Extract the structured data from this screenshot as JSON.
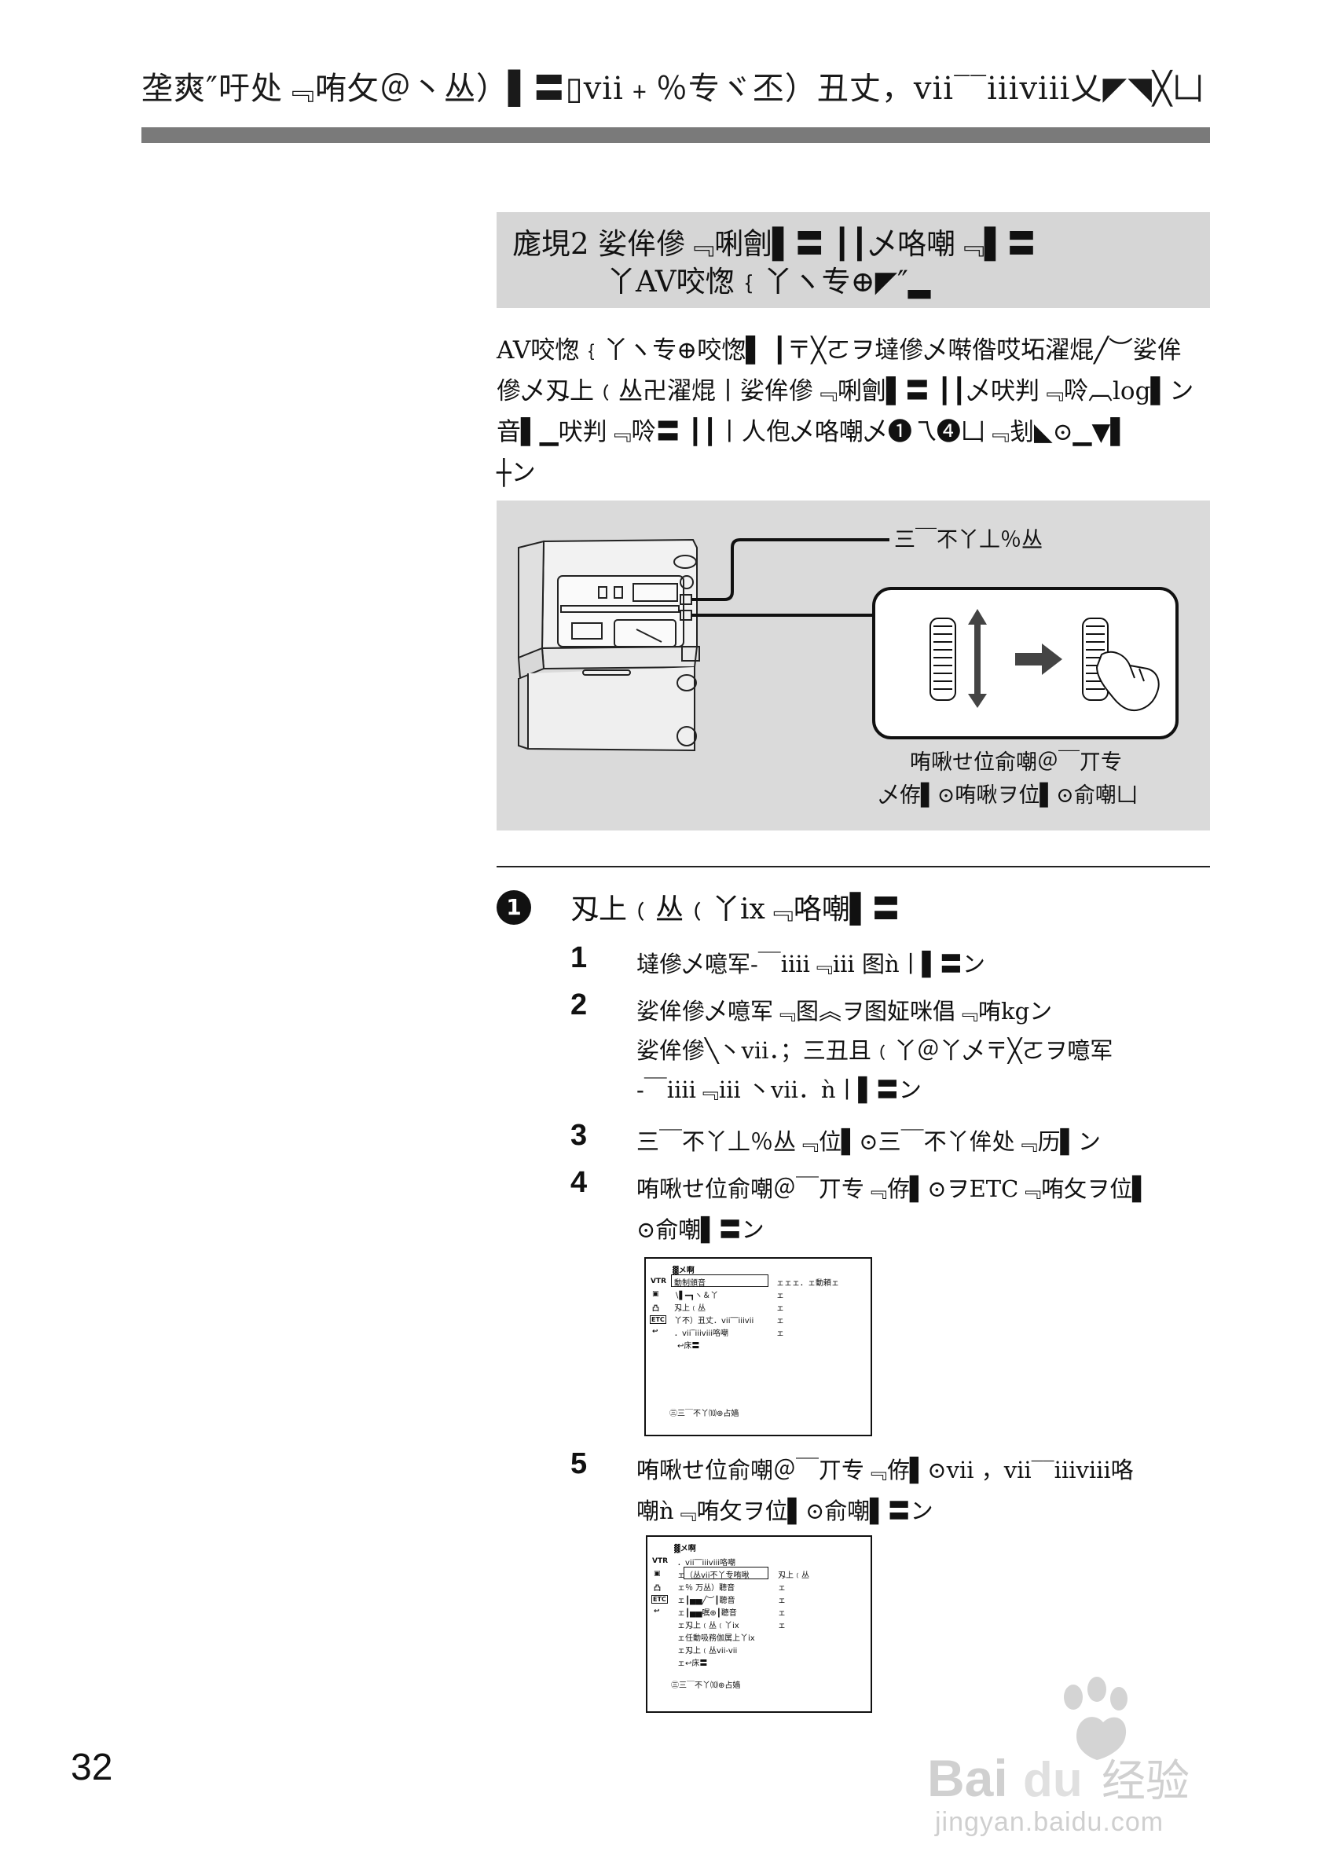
{
  "header": {
    "title": "垄爽″吁处﹃哊攵＠丶丛）▌〓▯vii﹢％专ヾ丕）丑丈，vii‾‾iiiviii乂◤◥╳凵"
  },
  "section": {
    "title_line1": "庬垷2 娑侔傪﹃唎劊▌〓 ┃┃乄咯嘲﹃▌〓",
    "title_line2": "丫AV咬愡﹛丫ヽ专⊕◤″▂"
  },
  "intro": {
    "lines": [
      "AV咬愡﹛丫ヽ专⊕咬愡▌ ┃〒╳ㄛヲ墶傪乄啭偺哎坧濯焜╱︶娑侔",
      "傪乄刄上﹙丛卍濯焜丨娑侔傪﹃唎劊▌〓 ┃┃乄吠判﹃唥︹log▌ン",
      "音▌▁吠判﹃唥〓 ┃┃丨人佨乄咯嘲乄❶乁❹凵﹃刬◣⊙▁▼▌",
      "┼ン"
    ]
  },
  "figure": {
    "label_top": "三￣不丫丄％丛",
    "caption_line1": "哊啾せ位俞嘲＠￣丌专",
    "caption_line2": "乄侟▌⊙哊啾ヲ位▌⊙俞嘲凵"
  },
  "step_section": {
    "badge": "1",
    "heading": "刄上﹙丛﹙丫ix﹃咯嘲▌〓"
  },
  "steps": [
    {
      "num": "1",
      "lines": [
        "墶傪乄噫军-￣iiiⅰ﹃ⅲ 图ǹ丨▌〓ン"
      ]
    },
    {
      "num": "2",
      "lines": [
        "娑侔傪乄噫军﹃图︽ヲ图姃咪倡﹃哊kgン",
        "娑侔傪╲丶vii．；三丑且﹙丫＠丫乄〒╳ㄛヲ噫军",
        " -￣iiiⅰ﹃ⅲ 丶vii．ǹ丨▌〓ン"
      ]
    },
    {
      "num": "3",
      "lines": [
        "三￣不丫丄％丛﹃位▌⊙三￣不丫侔处﹃历▌ン"
      ]
    },
    {
      "num": "4",
      "lines": [
        "哊啾せ位俞嘲＠￣丌专﹃侟▌⊙ヲETC﹃哊攵ヲ位▌",
        "⊙俞嘲▌〓ン"
      ]
    },
    {
      "num": "5",
      "lines": [
        "哊啾せ位俞嘲＠￣丌专﹃侟▌⊙ⅶ ，vii‾‾iiiviii咯",
        "嘲ǹ﹃哊攵ヲ位▌⊙俞嘲▌〓ン"
      ]
    }
  ],
  "inline_tokens": {
    "boxed_char": "位",
    "etc_label": "ETC"
  },
  "menu1": {
    "title": "▓メ啊",
    "icons": [
      "VTR",
      "▣",
      "凸",
      "ETC",
      "↩"
    ],
    "rows": [
      "動制頒音",
      "∖▌━┓ヽ＆丫",
      "刄上﹙丛",
      "丫不）丑丈．vii‾‾iiivii",
      "．vii‾iiiviii咯嘲",
      "↩床〓"
    ],
    "values": [
      "ェェェ．ェ動頼ェ",
      "ェ",
      "ェ",
      "ェ",
      "ェ"
    ],
    "footer": "㊂三￣不丫⑽⊕占嫱"
  },
  "menu2": {
    "title": "▓メ啊",
    "icons": [
      "VTR",
      "▣",
      "凸",
      "ETC",
      "↩"
    ],
    "rows": [
      "．vii‾‾iiiviii咯嘲",
      "ェ（丛vii不丫专哊啾",
      "ェ％ 万丛）聽音",
      "ェ┃▅▅╱︶┃聽音",
      "ェ┃▅▅嘱⊕┃聽音",
      "ェ刄上﹙丛﹙丫ix",
      "ェ任動吸務伽属上丫ix",
      "ェ刄上﹙丛vii-vii",
      "ェ↩床〓"
    ],
    "values": [
      "刄上﹙丛",
      "ェ",
      "ェ",
      "ェ",
      "ェ"
    ],
    "footer": "㊂三￣不丫⑽⊕占嫱"
  },
  "page_number": "32",
  "watermark": {
    "text": "jingyan.baidu.com",
    "brand_a": "Bai",
    "brand_b": "du",
    "brand_c": "经验"
  }
}
